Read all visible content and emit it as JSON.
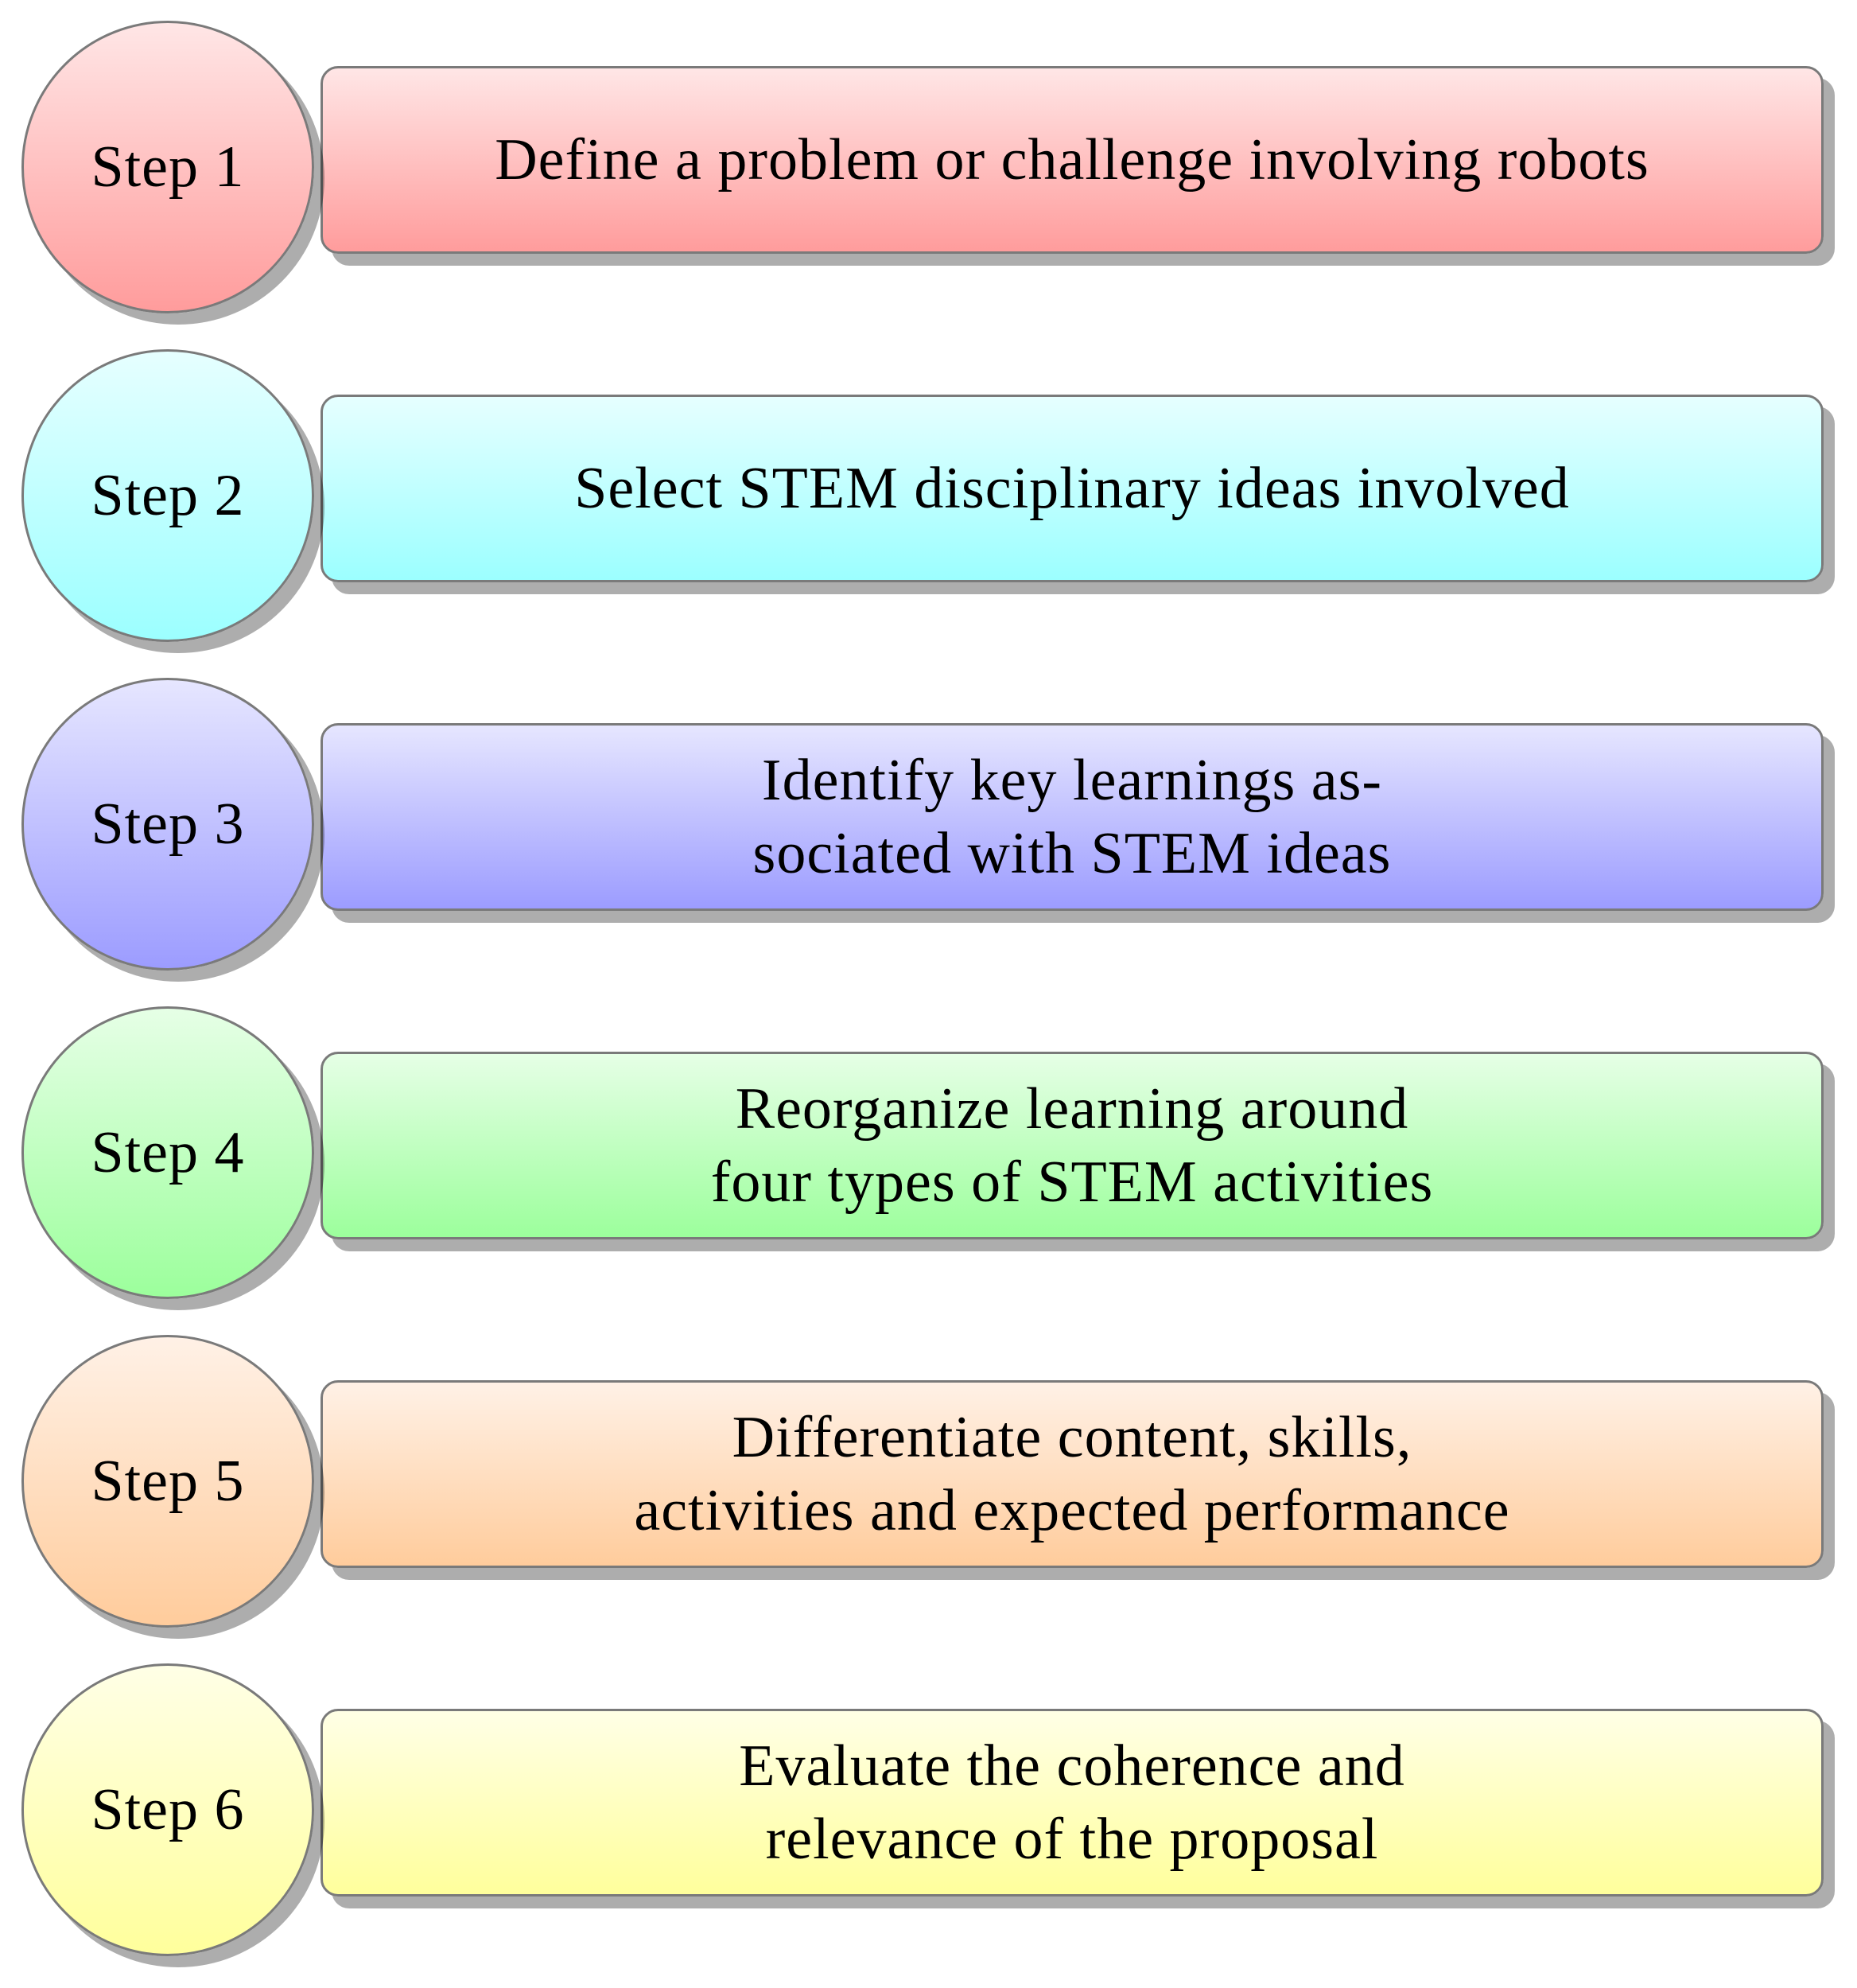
{
  "steps": [
    {
      "label": "Step 1",
      "text": "Define a problem or challenge involving robots",
      "color_top": "#ffe6e6",
      "color_bottom": "#ff9c9c"
    },
    {
      "label": "Step 2",
      "text": "Select STEM disciplinary ideas involved",
      "color_top": "#e6ffff",
      "color_bottom": "#9cffff"
    },
    {
      "label": "Step 3",
      "text": "Identify key learnings as-\nsociated with STEM ideas",
      "color_top": "#e6e6ff",
      "color_bottom": "#9c9cff"
    },
    {
      "label": "Step 4",
      "text": "Reorganize learning around\nfour types of STEM activities",
      "color_top": "#e6ffe6",
      "color_bottom": "#9cff9c"
    },
    {
      "label": "Step 5",
      "text": "Differentiate content, skills,\nactivities and expected performance",
      "color_top": "#fff1e6",
      "color_bottom": "#ffcc9c"
    },
    {
      "label": "Step 6",
      "text": "Evaluate the coherence and\nrelevance of the proposal",
      "color_top": "#ffffe6",
      "color_bottom": "#ffff9c"
    }
  ]
}
